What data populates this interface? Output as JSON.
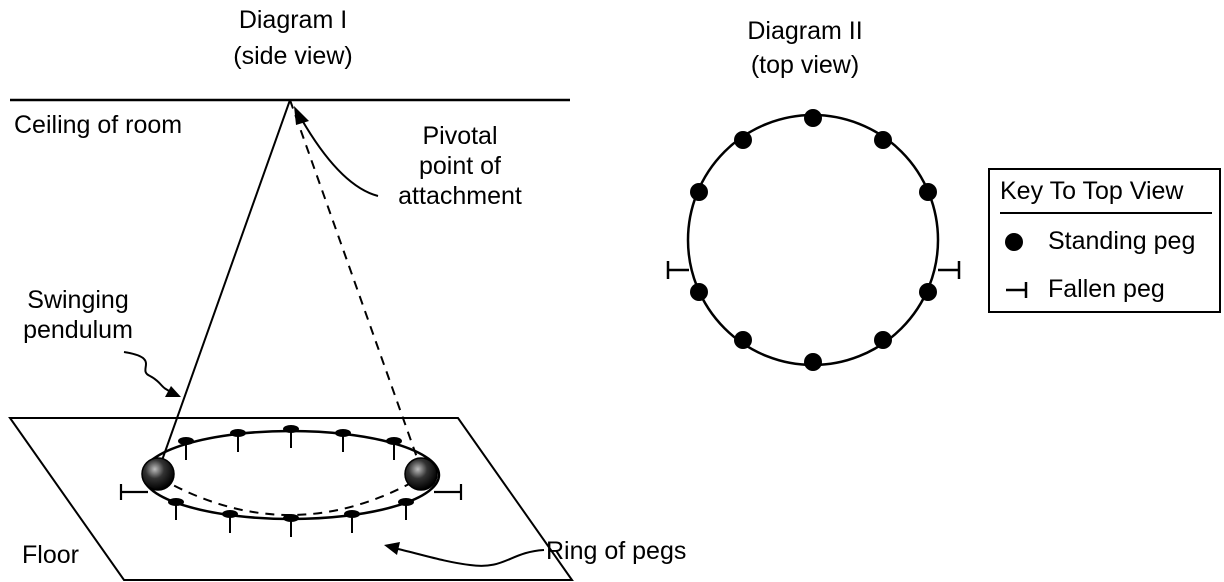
{
  "diagram1": {
    "title": "Diagram I",
    "subtitle": "(side view)",
    "ceiling_label": "Ceiling of room",
    "pivot_label": [
      "Pivotal",
      "point of",
      "attachment"
    ],
    "pendulum_label": [
      "Swinging",
      "pendulum"
    ],
    "ring_label": "Ring of pegs",
    "floor_label": "Floor"
  },
  "diagram2": {
    "title": "Diagram II",
    "subtitle": "(top view)"
  },
  "key": {
    "title": "Key To Top View",
    "standing": "Standing peg",
    "fallen": "Fallen peg"
  }
}
